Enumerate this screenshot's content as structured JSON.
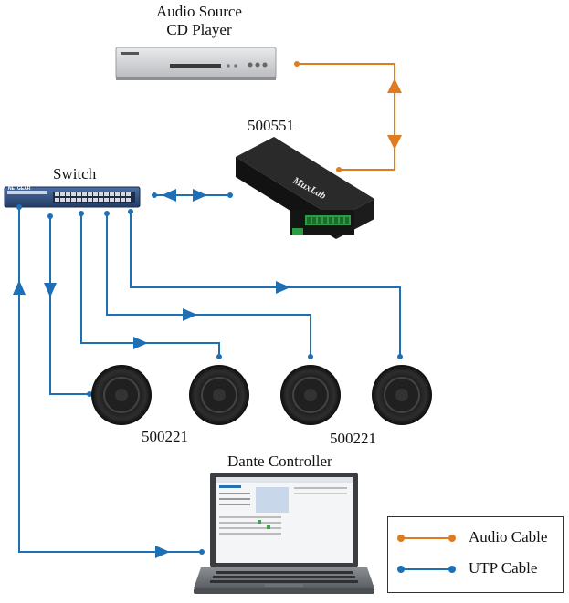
{
  "labels": {
    "audio_source_line1": "Audio Source",
    "audio_source_line2": "CD Player",
    "switch": "Switch",
    "converter": "500551",
    "speaker_group_left": "500221",
    "speaker_group_right": "500221",
    "controller": "Dante Controller",
    "converter_brand": "MuxLab",
    "switch_brand": "NETGEAR"
  },
  "legend": {
    "items": [
      {
        "label": "Audio Cable",
        "color": "#e07b20"
      },
      {
        "label": "UTP Cable",
        "color": "#1f6fb5"
      }
    ]
  },
  "colors": {
    "audio": "#e07b20",
    "utp": "#1f6fb5"
  }
}
